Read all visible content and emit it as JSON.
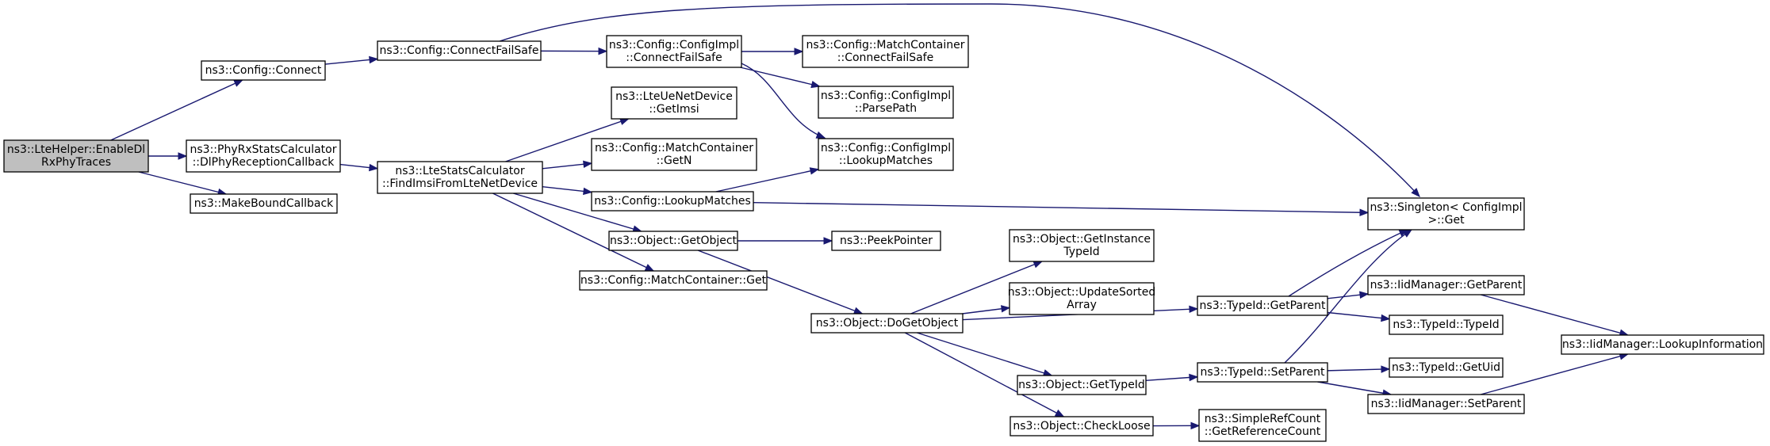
{
  "diagram": {
    "type": "call-graph",
    "colors": {
      "edge": "#191970",
      "root_fill": "#bfbfbf",
      "node_fill": "#ffffff",
      "node_border": "#000000"
    },
    "nodes": [
      {
        "id": "lte_helper",
        "lines": [
          "ns3::LteHelper::EnableDl",
          "RxPhyTraces"
        ],
        "root": true
      },
      {
        "id": "config_connect",
        "lines": [
          "ns3::Config::Connect"
        ]
      },
      {
        "id": "config_connectfailsafe",
        "lines": [
          "ns3::Config::ConnectFailSafe"
        ]
      },
      {
        "id": "configimpl_connectfailsafe",
        "lines": [
          "ns3::Config::ConfigImpl",
          "::ConnectFailSafe"
        ]
      },
      {
        "id": "matchcontainer_connectfailsafe",
        "lines": [
          "ns3::Config::MatchContainer",
          "::ConnectFailSafe"
        ]
      },
      {
        "id": "configimpl_parsepath",
        "lines": [
          "ns3::Config::ConfigImpl",
          "::ParsePath"
        ]
      },
      {
        "id": "configimpl_lookupmatches",
        "lines": [
          "ns3::Config::ConfigImpl",
          "::LookupMatches"
        ]
      },
      {
        "id": "phyrx_callback",
        "lines": [
          "ns3::PhyRxStatsCalculator",
          "::DlPhyReceptionCallback"
        ]
      },
      {
        "id": "makeboundcallback",
        "lines": [
          "ns3::MakeBoundCallback"
        ]
      },
      {
        "id": "ltestats_findimsi",
        "lines": [
          "ns3::LteStatsCalculator",
          "::FindImsiFromLteNetDevice"
        ]
      },
      {
        "id": "lteuenetdevice_getimsi",
        "lines": [
          "ns3::LteUeNetDevice",
          "::GetImsi"
        ]
      },
      {
        "id": "matchcontainer_getn",
        "lines": [
          "ns3::Config::MatchContainer",
          "::GetN"
        ]
      },
      {
        "id": "config_lookupmatches",
        "lines": [
          "ns3::Config::LookupMatches"
        ]
      },
      {
        "id": "object_getobject",
        "lines": [
          "ns3::Object::GetObject"
        ]
      },
      {
        "id": "matchcontainer_get",
        "lines": [
          "ns3::Config::MatchContainer::Get"
        ]
      },
      {
        "id": "peekpointer",
        "lines": [
          "ns3::PeekPointer"
        ]
      },
      {
        "id": "singleton_get",
        "lines": [
          "ns3::Singleton< ConfigImpl",
          " >::Get"
        ]
      },
      {
        "id": "object_getinstancetypeid",
        "lines": [
          "ns3::Object::GetInstance",
          "TypeId"
        ]
      },
      {
        "id": "object_updatesortedarray",
        "lines": [
          "ns3::Object::UpdateSorted",
          "Array"
        ]
      },
      {
        "id": "object_dogetobject",
        "lines": [
          "ns3::Object::DoGetObject"
        ]
      },
      {
        "id": "object_gettypeid",
        "lines": [
          "ns3::Object::GetTypeId"
        ]
      },
      {
        "id": "object_checkloose",
        "lines": [
          "ns3::Object::CheckLoose"
        ]
      },
      {
        "id": "typeid_getparent",
        "lines": [
          "ns3::TypeId::GetParent"
        ]
      },
      {
        "id": "typeid_setparent",
        "lines": [
          "ns3::TypeId::SetParent"
        ]
      },
      {
        "id": "simplerefcount_getrefcount",
        "lines": [
          "ns3::SimpleRefCount",
          "::GetReferenceCount"
        ]
      },
      {
        "id": "iidmanager_getparent",
        "lines": [
          "ns3::IidManager::GetParent"
        ]
      },
      {
        "id": "typeid_typeid",
        "lines": [
          "ns3::TypeId::TypeId"
        ]
      },
      {
        "id": "typeid_getuid",
        "lines": [
          "ns3::TypeId::GetUid"
        ]
      },
      {
        "id": "iidmanager_setparent",
        "lines": [
          "ns3::IidManager::SetParent"
        ]
      },
      {
        "id": "iidmanager_lookupinformation",
        "lines": [
          "ns3::IidManager::LookupInformation"
        ]
      }
    ],
    "edges": [
      [
        "lte_helper",
        "config_connect"
      ],
      [
        "lte_helper",
        "phyrx_callback"
      ],
      [
        "lte_helper",
        "makeboundcallback"
      ],
      [
        "config_connect",
        "config_connectfailsafe"
      ],
      [
        "config_connectfailsafe",
        "configimpl_connectfailsafe"
      ],
      [
        "config_connectfailsafe",
        "singleton_get"
      ],
      [
        "configimpl_connectfailsafe",
        "matchcontainer_connectfailsafe"
      ],
      [
        "configimpl_connectfailsafe",
        "configimpl_parsepath"
      ],
      [
        "configimpl_connectfailsafe",
        "configimpl_lookupmatches"
      ],
      [
        "phyrx_callback",
        "ltestats_findimsi"
      ],
      [
        "ltestats_findimsi",
        "lteuenetdevice_getimsi"
      ],
      [
        "ltestats_findimsi",
        "matchcontainer_getn"
      ],
      [
        "ltestats_findimsi",
        "config_lookupmatches"
      ],
      [
        "ltestats_findimsi",
        "object_getobject"
      ],
      [
        "ltestats_findimsi",
        "matchcontainer_get"
      ],
      [
        "config_lookupmatches",
        "configimpl_lookupmatches"
      ],
      [
        "config_lookupmatches",
        "singleton_get"
      ],
      [
        "object_getobject",
        "peekpointer"
      ],
      [
        "object_getobject",
        "object_dogetobject"
      ],
      [
        "object_dogetobject",
        "object_getinstancetypeid"
      ],
      [
        "object_dogetobject",
        "object_updatesortedarray"
      ],
      [
        "object_dogetobject",
        "typeid_getparent"
      ],
      [
        "object_dogetobject",
        "object_gettypeid"
      ],
      [
        "object_dogetobject",
        "object_checkloose"
      ],
      [
        "typeid_getparent",
        "singleton_get"
      ],
      [
        "typeid_getparent",
        "iidmanager_getparent"
      ],
      [
        "typeid_getparent",
        "typeid_typeid"
      ],
      [
        "iidmanager_getparent",
        "iidmanager_lookupinformation"
      ],
      [
        "object_gettypeid",
        "typeid_setparent"
      ],
      [
        "typeid_setparent",
        "singleton_get"
      ],
      [
        "typeid_setparent",
        "typeid_getuid"
      ],
      [
        "typeid_setparent",
        "iidmanager_setparent"
      ],
      [
        "iidmanager_setparent",
        "iidmanager_lookupinformation"
      ],
      [
        "object_checkloose",
        "simplerefcount_getrefcount"
      ]
    ]
  }
}
